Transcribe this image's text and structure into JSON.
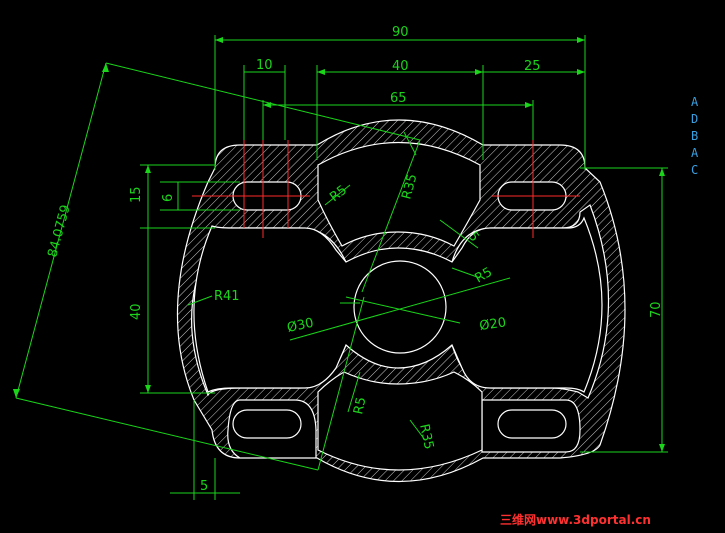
{
  "colors": {
    "background": "#000000",
    "outline": "#ffffff",
    "dimension": "#1bd51b",
    "centerline": "#ff2a2a",
    "hatch": "#ffffff",
    "side_text": "#3a9fe0",
    "watermark": "#ff3030"
  },
  "dimensions": {
    "d90": "90",
    "d10": "10",
    "d40_top": "40",
    "d25": "25",
    "d65": "65",
    "d15": "15",
    "d6": "6",
    "d40_left": "40",
    "d70": "70",
    "d5": "5",
    "d_diag": "84.0759",
    "r5_upper": "R5",
    "r35_upper": "R35",
    "five": "5",
    "r5_right": "R5",
    "r41": "R41",
    "phi30": "Ø30",
    "phi20": "Ø20",
    "r5_lower": "R5",
    "r35_lower": "R35"
  },
  "side_letters": [
    "A",
    "D",
    "B",
    "A",
    "C"
  ],
  "watermark": "三维网www.3dportal.cn"
}
